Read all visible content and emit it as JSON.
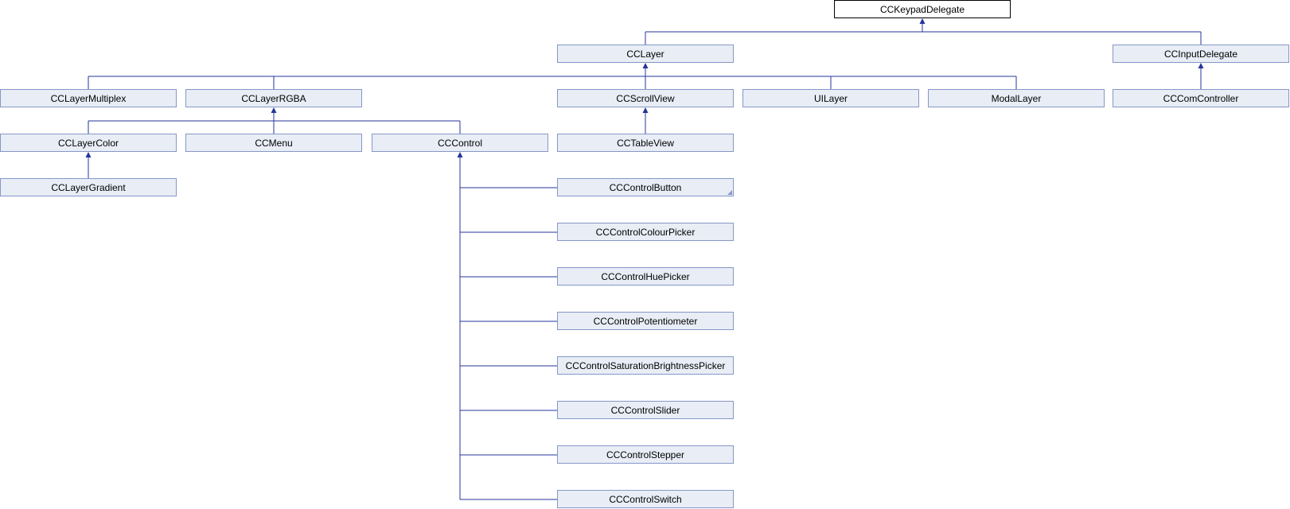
{
  "diagram": {
    "type": "class-inheritance",
    "colors": {
      "edge": "#25349b",
      "node_fill": "#e8edf6",
      "node_border": "#8797c7",
      "root_fill": "#ffffff",
      "root_border": "#000000"
    },
    "nodes": {
      "keypad": "CCKeypadDelegate",
      "layer": "CCLayer",
      "input": "CCInputDelegate",
      "multiplex": "CCLayerMultiplex",
      "rgba": "CCLayerRGBA",
      "scroll": "CCScrollView",
      "uilayer": "UILayer",
      "modal": "ModalLayer",
      "comctrl": "CCComController",
      "color": "CCLayerColor",
      "menu": "CCMenu",
      "control": "CCControl",
      "table": "CCTableView",
      "gradient": "CCLayerGradient",
      "button": "CCControlButton",
      "colour": "CCControlColourPicker",
      "hue": "CCControlHuePicker",
      "potentiometer": "CCControlPotentiometer",
      "satbright": "CCControlSaturationBrightnessPicker",
      "slider": "CCControlSlider",
      "stepper": "CCControlStepper",
      "switch": "CCControlSwitch"
    },
    "edges": [
      [
        "layer",
        "keypad"
      ],
      [
        "input",
        "keypad"
      ],
      [
        "multiplex",
        "layer"
      ],
      [
        "rgba",
        "layer"
      ],
      [
        "scroll",
        "layer"
      ],
      [
        "uilayer",
        "layer"
      ],
      [
        "modal",
        "layer"
      ],
      [
        "comctrl",
        "input"
      ],
      [
        "color",
        "rgba"
      ],
      [
        "menu",
        "rgba"
      ],
      [
        "control",
        "rgba"
      ],
      [
        "table",
        "scroll"
      ],
      [
        "gradient",
        "color"
      ],
      [
        "button",
        "control"
      ],
      [
        "colour",
        "control"
      ],
      [
        "hue",
        "control"
      ],
      [
        "potentiometer",
        "control"
      ],
      [
        "satbright",
        "control"
      ],
      [
        "slider",
        "control"
      ],
      [
        "stepper",
        "control"
      ],
      [
        "switch",
        "control"
      ]
    ]
  }
}
